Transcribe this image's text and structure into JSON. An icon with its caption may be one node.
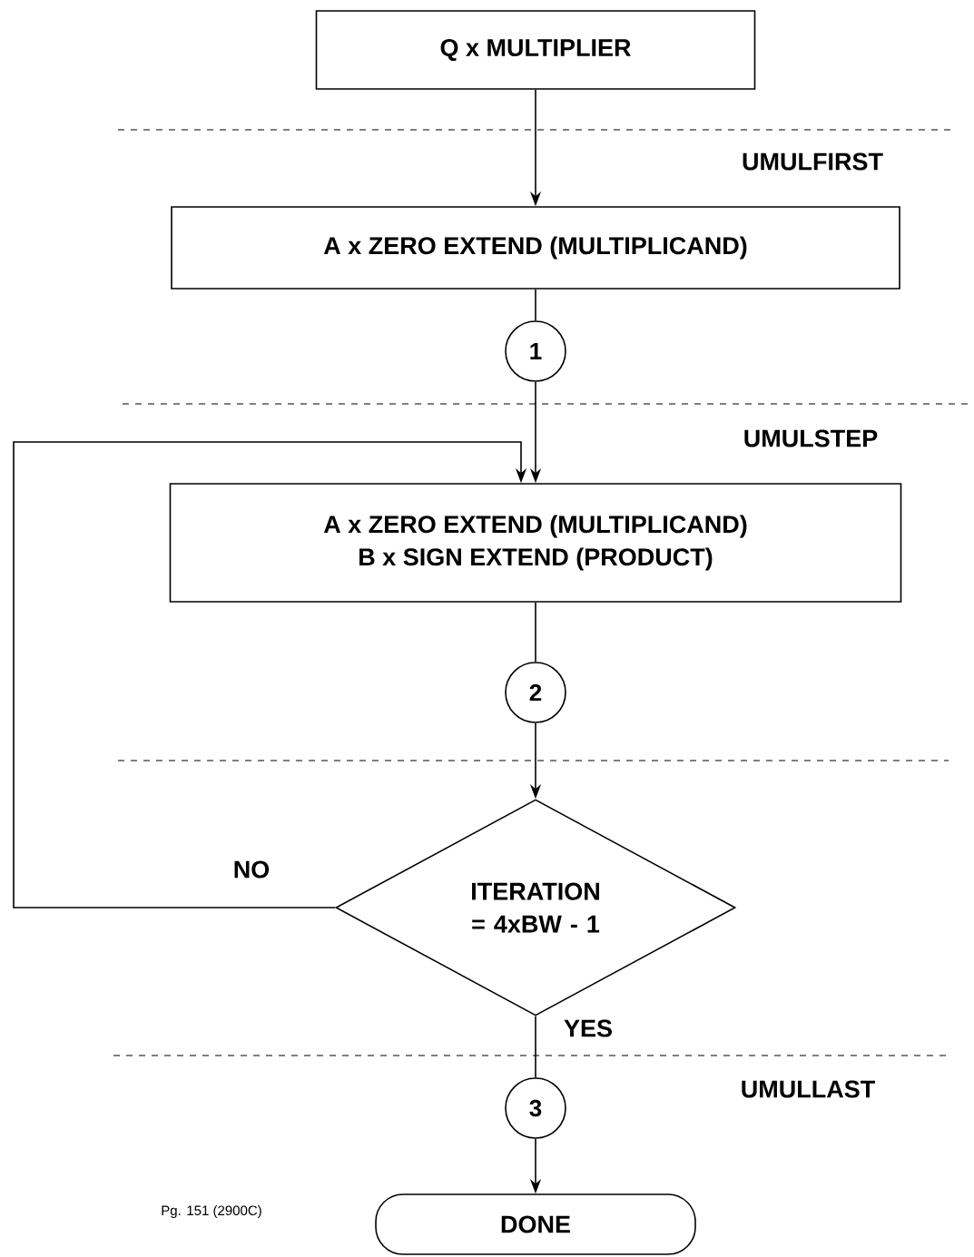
{
  "diagram": {
    "nodes": [
      {
        "text": [
          "Q x MULTIPLIER"
        ]
      },
      {
        "text": [
          "A x ZERO EXTEND  (MULTIPLICAND)"
        ]
      },
      {
        "text": [
          "1"
        ]
      },
      {
        "text": [
          "A x ZERO EXTEND  (MULTIPLICAND)",
          "B x SIGN EXTEND  (PRODUCT)"
        ]
      },
      {
        "text": [
          "2"
        ]
      },
      {
        "text": [
          "ITERATION = 4xBW - 1"
        ]
      },
      {
        "text": [
          "3"
        ]
      },
      {
        "text": [
          "DONE"
        ]
      }
    ],
    "edges": [
      {
        "from": 0,
        "to": 1,
        "arrow": "to"
      },
      {
        "from": 1,
        "to": 2,
        "arrow": "none"
      },
      {
        "from": 2,
        "to": 3,
        "arrow": "to"
      },
      {
        "from": 3,
        "to": 4,
        "arrow": "none"
      },
      {
        "from": 4,
        "to": 5,
        "arrow": "to"
      },
      {
        "from": 5,
        "to": 3,
        "arrow": "to",
        "label": "NO"
      },
      {
        "from": 5,
        "to": 6,
        "arrow": "none",
        "label": "YES"
      },
      {
        "from": 6,
        "to": 7,
        "arrow": "to"
      }
    ],
    "labels": [
      "UMULFIRST",
      "UMULSTEP",
      "UMULLAST",
      "Pg. 151 (2900C)"
    ]
  }
}
